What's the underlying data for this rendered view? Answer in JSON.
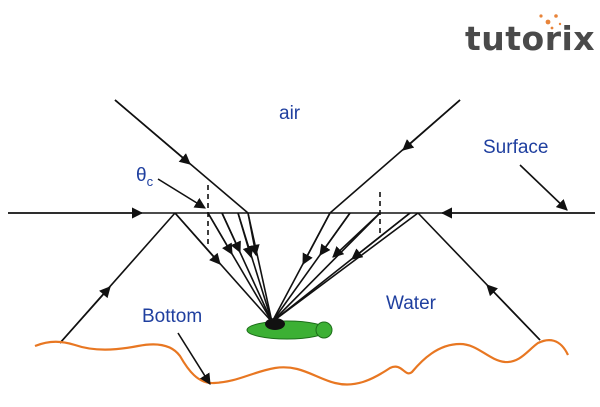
{
  "brand": {
    "logo_text": "tutorix",
    "color_main": "#4a4a4a",
    "color_accent": "#e8843a"
  },
  "labels": {
    "air": "air",
    "surface": "Surface",
    "critical_angle_symbol": "θ",
    "critical_angle_subscript": "c",
    "bottom": "Bottom",
    "water": "Water"
  },
  "colors": {
    "label_text": "#1f3f9f",
    "rays": "#111111",
    "bottom_line": "#e87722",
    "fish_body": "#3cb034",
    "fish_eye": "#111111"
  },
  "icons": {
    "fish": "fish-icon",
    "logo_mark": "star-sparkle-icon"
  }
}
